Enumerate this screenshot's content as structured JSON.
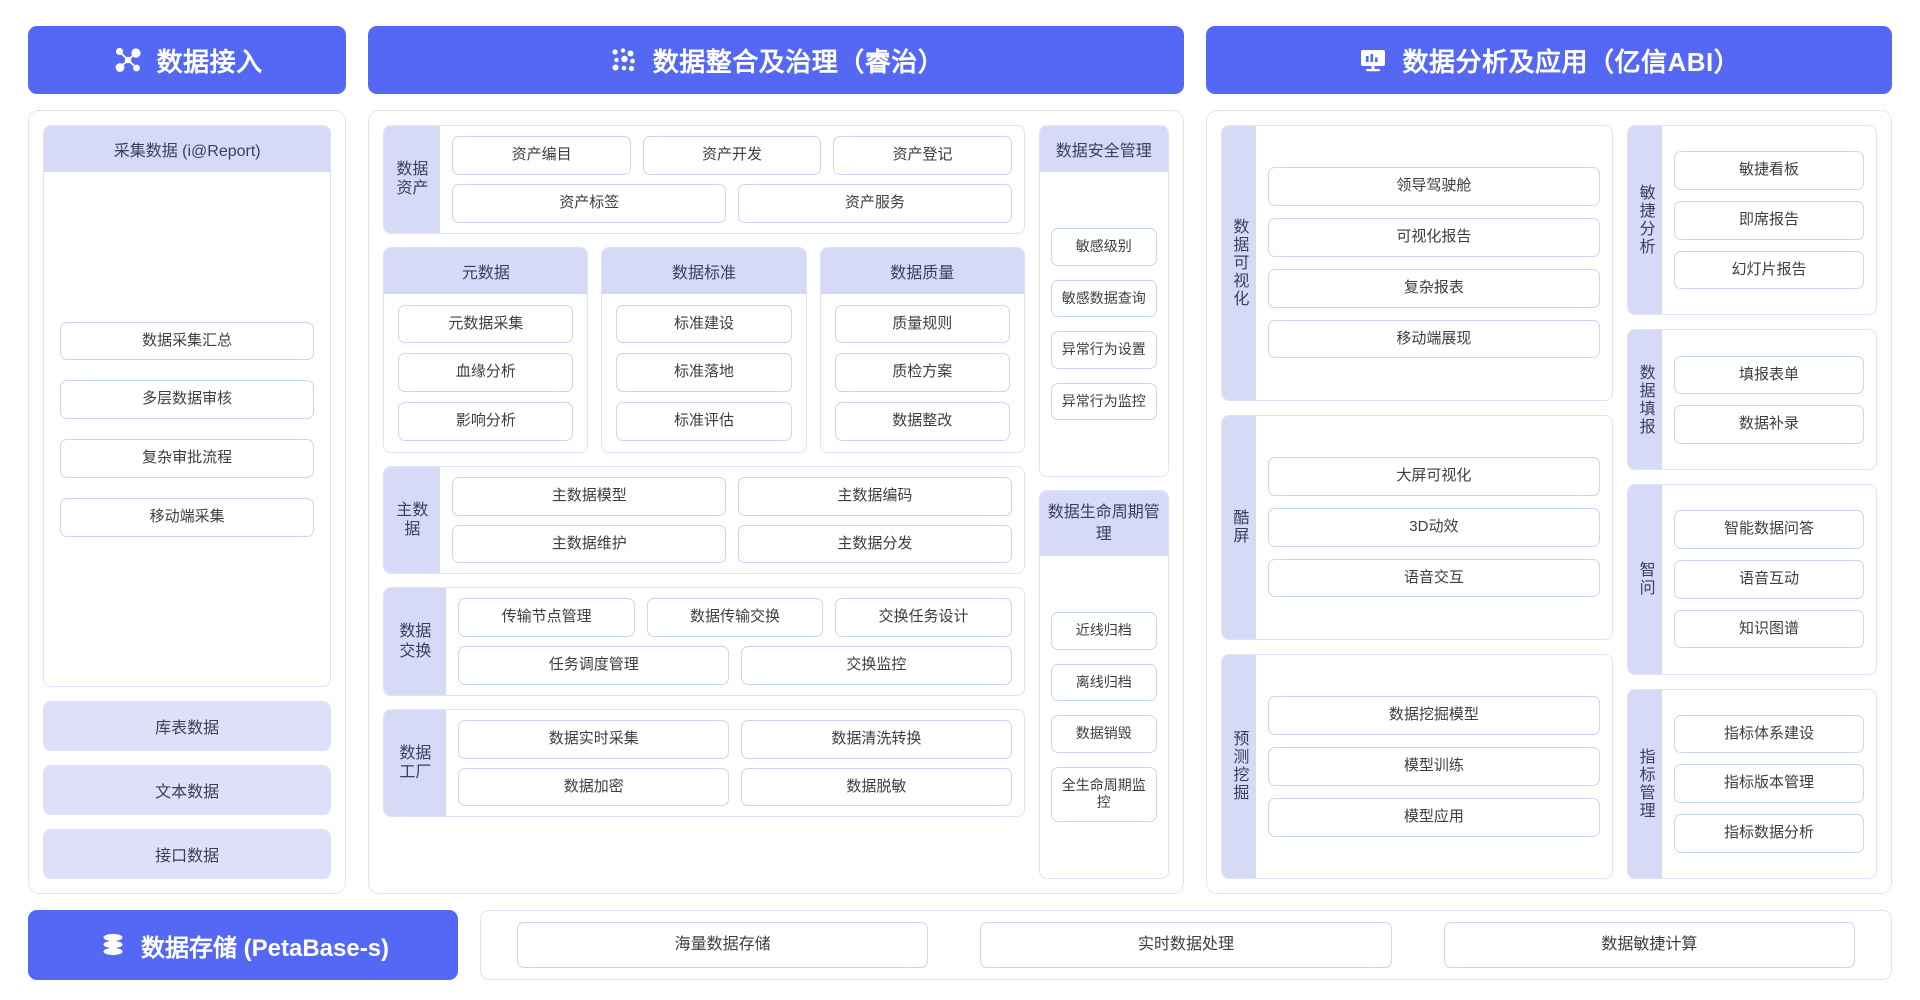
{
  "headers": [
    {
      "icon": "network-nodes-icon",
      "title": "数据接入"
    },
    {
      "icon": "dots-cluster-icon",
      "title": "数据整合及治理（睿治）"
    },
    {
      "icon": "monitor-chart-icon",
      "title": "数据分析及应用（亿信ABI）"
    }
  ],
  "colors": {
    "brand": "#5468f5",
    "header_fill": "#d6daf6",
    "pill_border": "#ccd5f2",
    "dotted_border": "#c3c9e8",
    "lavender_block": "#dde0f8"
  },
  "left_column": {
    "collect_card": {
      "title": "采集数据 (i@Report)",
      "items": [
        "数据采集汇总",
        "多层数据审核",
        "复杂审批流程",
        "移动端采集"
      ]
    },
    "blocks": [
      "库表数据",
      "文本数据",
      "接口数据"
    ]
  },
  "middle_column": {
    "data_asset": {
      "label": "数据资产",
      "row1": [
        "资产编目",
        "资产开发",
        "资产登记"
      ],
      "row2": [
        "资产标签",
        "资产服务"
      ]
    },
    "trio": [
      {
        "title": "元数据",
        "items": [
          "元数据采集",
          "血缘分析",
          "影响分析"
        ]
      },
      {
        "title": "数据标准",
        "items": [
          "标准建设",
          "标准落地",
          "标准评估"
        ]
      },
      {
        "title": "数据质量",
        "items": [
          "质量规则",
          "质检方案",
          "数据整改"
        ]
      }
    ],
    "master_data": {
      "label": "主数据",
      "row1": [
        "主数据模型",
        "主数据编码"
      ],
      "row2": [
        "主数据维护",
        "主数据分发"
      ]
    },
    "data_exchange": {
      "label": "数据交换",
      "row1": [
        "传输节点管理",
        "数据传输交换",
        "交换任务设计"
      ],
      "row2": [
        "任务调度管理",
        "交换监控"
      ]
    },
    "data_factory": {
      "label": "数据工厂",
      "row1": [
        "数据实时采集",
        "数据清洗转换"
      ],
      "row2": [
        "数据加密",
        "数据脱敏"
      ]
    },
    "security": {
      "title": "数据安全管理",
      "items": [
        "敏感级别",
        "敏感数据查询",
        "异常行为设置",
        "异常行为监控"
      ]
    },
    "lifecycle": {
      "title": "数据生命周期管理",
      "items": [
        "近线归档",
        "离线归档",
        "数据销毁",
        "全生命周期监控"
      ]
    }
  },
  "right_column": {
    "left_stack": [
      {
        "label": "数据可视化",
        "items": [
          "领导驾驶舱",
          "可视化报告",
          "复杂报表",
          "移动端展现"
        ]
      },
      {
        "label": "酷屏",
        "items": [
          "大屏可视化",
          "3D动效",
          "语音交互"
        ]
      },
      {
        "label": "预测挖掘",
        "items": [
          "数据挖掘模型",
          "模型训练",
          "模型应用"
        ]
      }
    ],
    "right_stack": [
      {
        "label": "敏捷分析",
        "items": [
          "敏捷看板",
          "即席报告",
          "幻灯片报告"
        ]
      },
      {
        "label": "数据填报",
        "items": [
          "填报表单",
          "数据补录"
        ]
      },
      {
        "label": "智问",
        "items": [
          "智能数据问答",
          "语音互动",
          "知识图谱"
        ]
      },
      {
        "label": "指标管理",
        "items": [
          "指标体系建设",
          "指标版本管理",
          "指标数据分析"
        ]
      }
    ]
  },
  "footer": {
    "badge": {
      "icon": "database-stack-icon",
      "title": "数据存储 (PetaBase-s)"
    },
    "items": [
      "海量数据存储",
      "实时数据处理",
      "数据敏捷计算"
    ]
  }
}
